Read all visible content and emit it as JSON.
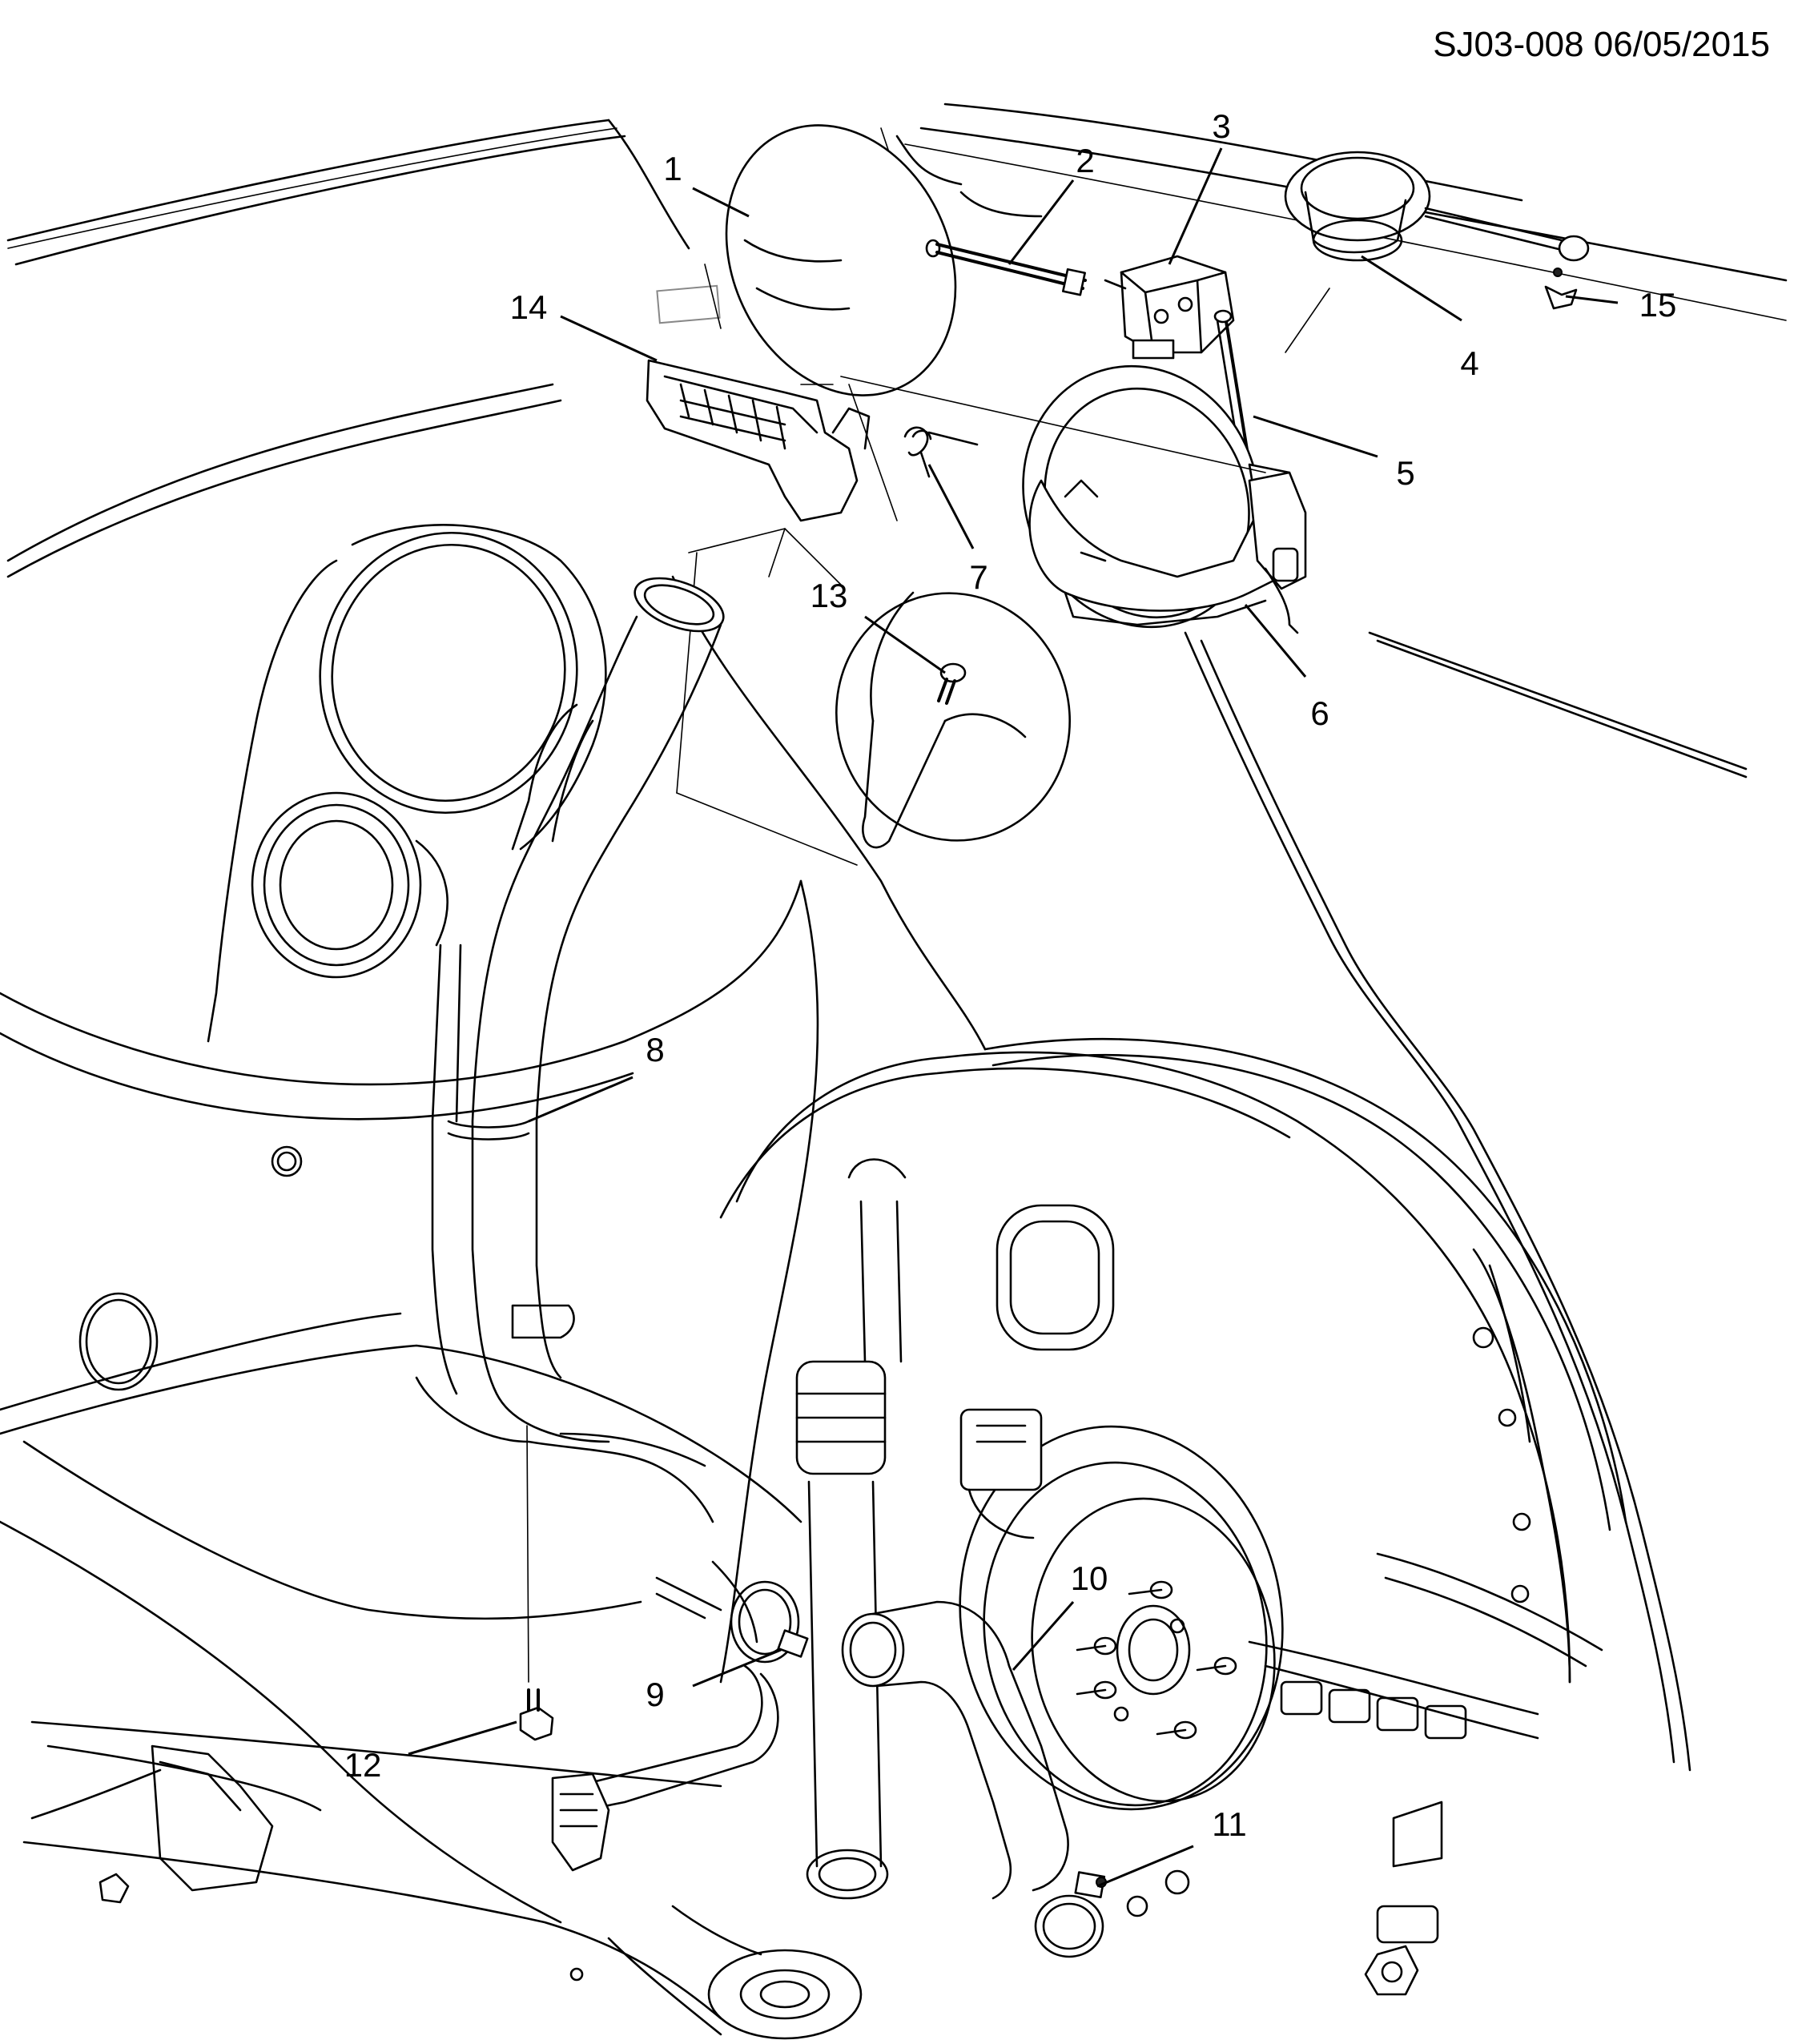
{
  "header": {
    "doc_id": "SJ03-008 06/05/2015"
  },
  "callouts": [
    {
      "id": "c1",
      "label": "1"
    },
    {
      "id": "c2",
      "label": "2"
    },
    {
      "id": "c3",
      "label": "3"
    },
    {
      "id": "c4",
      "label": "4"
    },
    {
      "id": "c5",
      "label": "5"
    },
    {
      "id": "c6",
      "label": "6"
    },
    {
      "id": "c7",
      "label": "7"
    },
    {
      "id": "c8",
      "label": "8"
    },
    {
      "id": "c9",
      "label": "9"
    },
    {
      "id": "c10",
      "label": "10"
    },
    {
      "id": "c11",
      "label": "11"
    },
    {
      "id": "c12",
      "label": "12"
    },
    {
      "id": "c13",
      "label": "13"
    },
    {
      "id": "c14",
      "label": "14"
    },
    {
      "id": "c15",
      "label": "15"
    }
  ]
}
